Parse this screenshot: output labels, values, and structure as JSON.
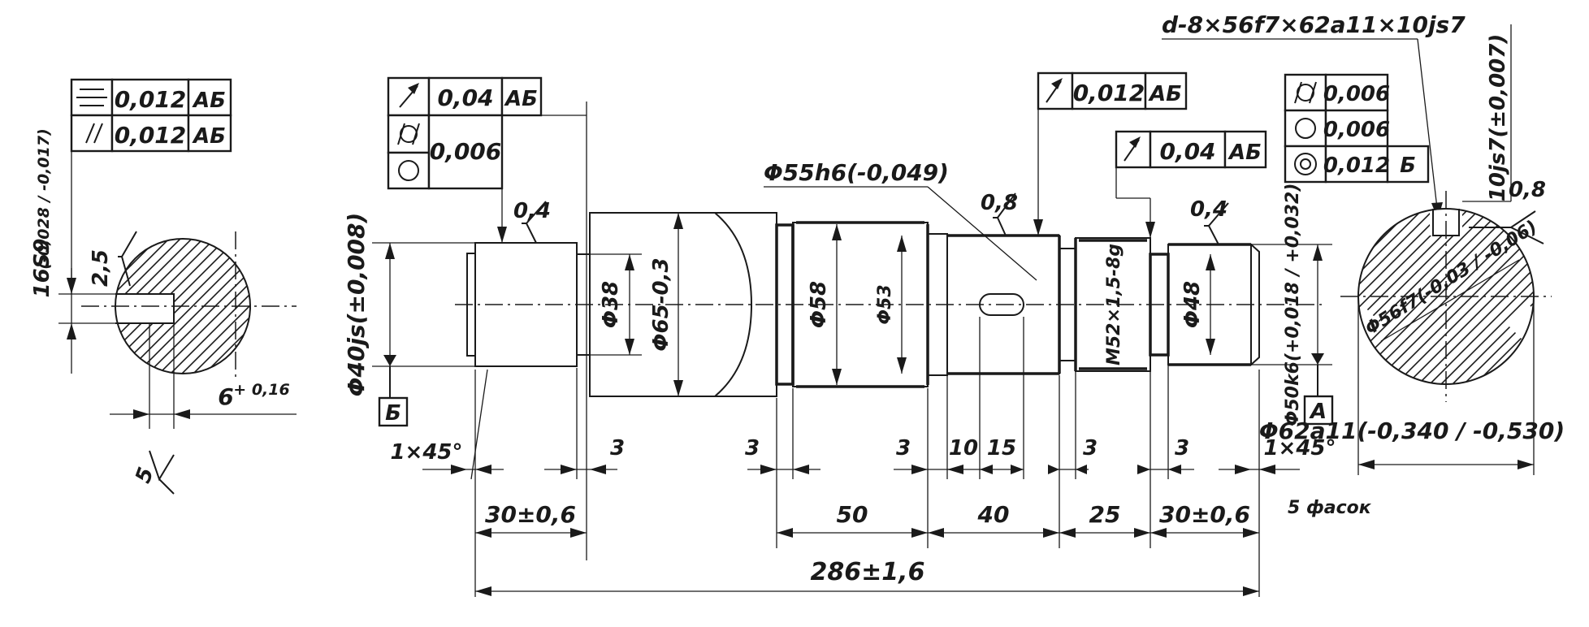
{
  "left_section": {
    "fcf_rows": [
      {
        "symbol": "symmetry",
        "tolerance": "0,012",
        "datum": "АБ"
      },
      {
        "symbol": "parallelism",
        "tolerance": "0,012",
        "datum": "АБ"
      }
    ],
    "keyway_width": "16S9",
    "keyway_width_tol": "(-0,028 / -0,017)",
    "roughness_2_5": "2,5",
    "depth": "6",
    "depth_tol": "+ 0,16",
    "roughness_5": "5"
  },
  "shaft": {
    "fcf_left": {
      "runout_tol": "0,04",
      "runout_datum": "АБ",
      "cyl_round_tol": "0,006"
    },
    "fcf_mid": {
      "runout_tol": "0,012",
      "runout_datum": "АБ"
    },
    "fcf_thread": {
      "runout_tol": "0,04",
      "runout_datum": "АБ"
    },
    "fcf_right": {
      "cyl_tol": "0,006",
      "round_tol": "0,006",
      "conc_tol": "0,012",
      "conc_datum": "Б"
    },
    "spline_designation": "d-8×56f7×62a11×10js7",
    "key_tol": "10js7(±0,007)",
    "diam_40": "Φ40js(±0,008)",
    "diam_38": "Φ38",
    "diam_65": "Φ65-0,3",
    "diam_55": "Φ55h6(-0,049)",
    "diam_58": "Φ58",
    "diam_53": "Φ53",
    "thread": "M52×1,5-8g",
    "diam_48": "Φ48",
    "diam_50": "Φ50k6(+0,018 / +0,032)",
    "roughness_0_4_a": "0,4",
    "roughness_0_8": "0,8",
    "roughness_0_4_b": "0,4",
    "roughness_0_8_right": "0,8",
    "datum_b": "Б",
    "datum_a": "А",
    "chamfer_left": "1×45°",
    "chamfer_right": "1×45°",
    "dim_3_a": "3",
    "dim_3_b": "3",
    "dim_3_c": "3",
    "dim_10": "10",
    "dim_15": "15",
    "dim_3_d": "3",
    "dim_3_e": "3",
    "len_left": "30±0,6",
    "len_50": "50",
    "len_40": "40",
    "len_25": "25",
    "len_right": "30±0,6",
    "overall": "286±1,6",
    "chamfers_note": "5 фасок"
  },
  "right_section": {
    "spline_inner": "Φ56f7(-0,03 / -0,06)",
    "spline_outer": "Φ62a11(-0,340 / -0,530)"
  }
}
